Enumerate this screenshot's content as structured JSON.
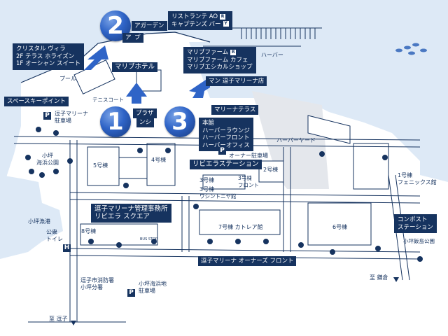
{
  "numbers": {
    "n1": "1",
    "n2": "2",
    "n3": "3"
  },
  "facilities": {
    "garden": "アガーデン",
    "villa_title": "クリスタル ヴィラ",
    "villa_2f": "2F テラス ホライズン",
    "villa_1f": "1F オーシャン スイート",
    "ristorante": "リストランテ AO",
    "captains_bar": "キャプテンズ バー",
    "malibu_farm": "マリブファーム",
    "malibu_cafe": "マリブファーム カフェ",
    "malibu_shop": "マリブエシカルショップ",
    "malibu_hotel": "マリブホテル",
    "marina_store": "マン 逗子マリーナ店",
    "space_keypoint": "スペースキーポイント",
    "plaza_top": "プラザ",
    "plaza_bottom": "ンシ",
    "marina_terrace": "マリーナテラス",
    "main_bldg": "本館",
    "harbor_lounge": "ハーバーラウンジ",
    "harbor_front": "ハーバーフロント",
    "harbor_office": "ハーバーオフィス",
    "riviera_station": "リビエラステーション",
    "mgmt_office": "逗子マリーナ管理事務所",
    "riviera_square": "リビエラ スクエア",
    "owners_front": "逗子マリーナ オーナーズ フロント",
    "compost_1": "コンポスト",
    "compost_2": "ステーション",
    "ap": "ア",
    "pu": "プ"
  },
  "places": {
    "harbor": "ハーバー",
    "harbor_yard": "ハーバーヤード",
    "pool": "プール",
    "tennis": "テニスコート",
    "marina_parking_1": "逗子マリーナ",
    "marina_parking_2": "駐車場",
    "harbor_owner_parking_1": "ハーバー",
    "harbor_owner_parking_2": "オーナー駐車場",
    "kotsubo_park_1": "小坪",
    "kotsubo_park_2": "海浜公園",
    "bldg5": "5号棟",
    "bldg4": "4号棟",
    "bldg2": "2号棟",
    "bldg3": "3号棟",
    "bldg3_front_1": "3号棟",
    "bldg3_front_2": "フロント",
    "washington": "ワシントニヤ館",
    "bldg1_1": "1号棟",
    "bldg1_2": "フェニックス館",
    "bldg8": "8号棟",
    "bldg7": "7号棟 カトレア館",
    "bldg6": "6号棟",
    "fishing_port": "小坪漁港",
    "public_toilet_1": "公衆",
    "public_toilet_2": "トイレ",
    "fire_dept_1": "逗子市消防署",
    "fire_dept_2": "小坪分署",
    "beach_parking_1": "小坪海浜地",
    "beach_parking_2": "駐車場",
    "iizuka_park": "小坪飯島公園",
    "to_kamakura": "至 鎌倉",
    "to_zushi": "至 逗子",
    "bus_stop": "BUS STOP"
  },
  "legend_marks": {
    "parking": "P",
    "toilet": "H",
    "restaurant_icon": "fork-knife-icon",
    "bar_icon": "glass-icon"
  },
  "colors": {
    "sea": "#dde9f6",
    "navy": "#16335f",
    "land": "#ffffff",
    "road": "#ffffff",
    "building": "#ffffff",
    "badge": "#2f64c7"
  }
}
